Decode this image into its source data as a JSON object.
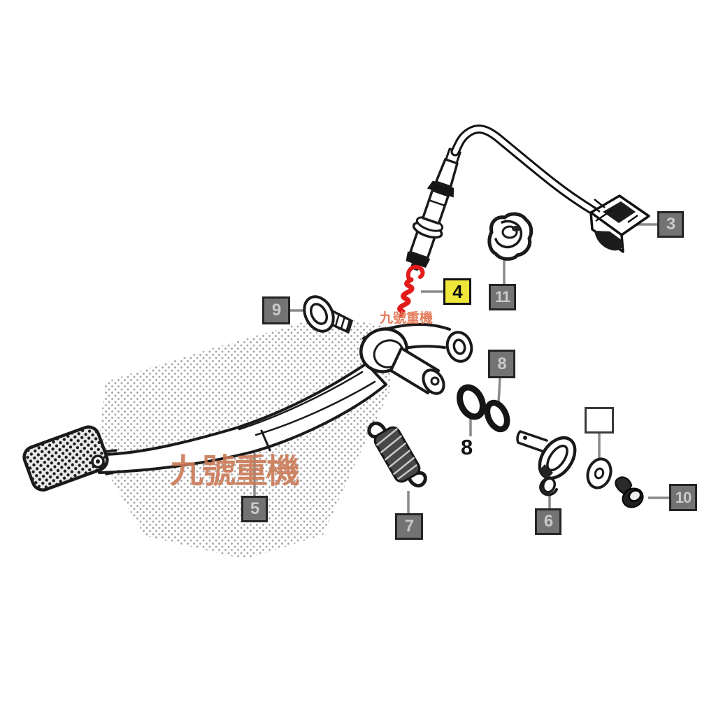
{
  "diagram": {
    "type": "exploded-parts-diagram",
    "watermark_small": {
      "text": "九號重機",
      "color": "#e2714e"
    },
    "watermark_large": {
      "text": "九號重機",
      "color": "#c97a56"
    },
    "highlight": {
      "part_color": "#e31b1b",
      "box_fill": "#efe63a",
      "box_text_color": "#0d0d0d"
    },
    "callout_style": {
      "fill": "#737373",
      "border": "#242424",
      "text_color": "#c9c9c9",
      "leader_color": "#8a8a8a"
    },
    "callouts": [
      {
        "number": "3",
        "variant": "gray"
      },
      {
        "number": "4",
        "variant": "highlight"
      },
      {
        "number": "11",
        "variant": "gray"
      },
      {
        "number": "9",
        "variant": "gray"
      },
      {
        "number": "8",
        "variant": "gray"
      },
      {
        "number": "5",
        "variant": "gray"
      },
      {
        "number": "7",
        "variant": "gray"
      },
      {
        "number": "6",
        "variant": "gray"
      },
      {
        "number": "10",
        "variant": "gray"
      },
      {
        "number": "8",
        "variant": "plain"
      },
      {
        "number": "",
        "variant": "empty"
      }
    ]
  }
}
